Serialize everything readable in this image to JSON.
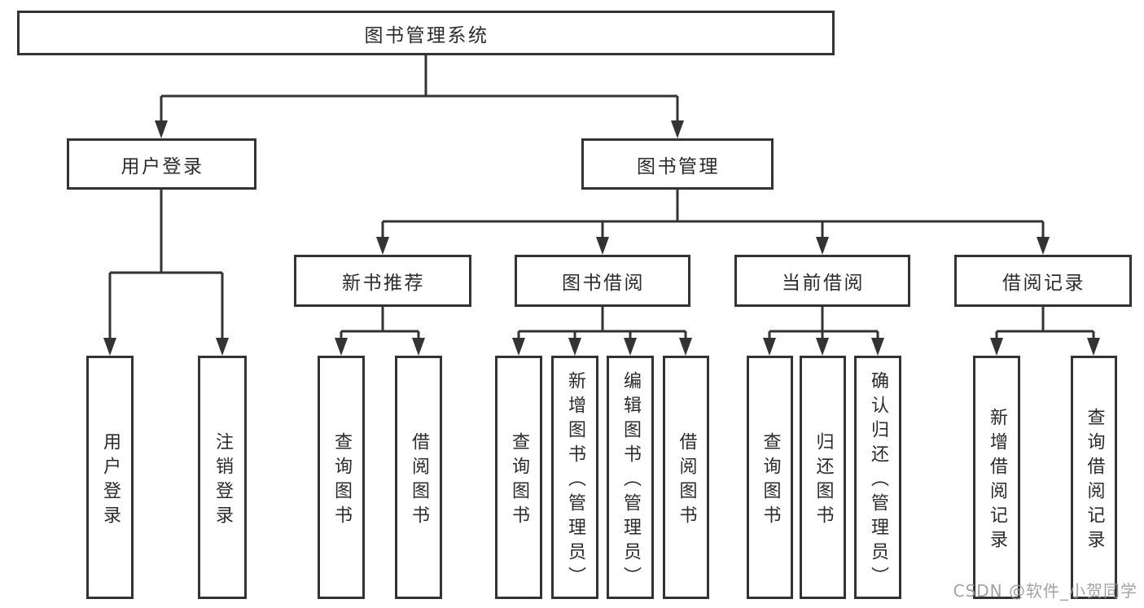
{
  "diagram_type": "hierarchy-tree",
  "colors": {
    "line": "#333333",
    "box_border": "#333333",
    "text": "#2b2b2b",
    "watermark": "#999999",
    "background": "#ffffff"
  },
  "tree": {
    "label": "图书管理系统",
    "children": [
      {
        "label": "用户登录",
        "children": [
          {
            "label": "用户登录"
          },
          {
            "label": "注销登录"
          }
        ]
      },
      {
        "label": "图书管理",
        "children": [
          {
            "label": "新书推荐",
            "children": [
              {
                "label": "查询图书"
              },
              {
                "label": "借阅图书"
              }
            ]
          },
          {
            "label": "图书借阅",
            "children": [
              {
                "label": "查询图书"
              },
              {
                "label": "新增图书（管理员）"
              },
              {
                "label": "编辑图书（管理员）"
              },
              {
                "label": "借阅图书"
              }
            ]
          },
          {
            "label": "当前借阅",
            "children": [
              {
                "label": "查询图书"
              },
              {
                "label": "归还图书"
              },
              {
                "label": "确认归还（管理员）"
              }
            ]
          },
          {
            "label": "借阅记录",
            "children": [
              {
                "label": "新增借阅记录"
              },
              {
                "label": "查询借阅记录"
              }
            ]
          }
        ]
      }
    ]
  },
  "watermark": {
    "text": "CSDN @软件_小贺同学"
  }
}
